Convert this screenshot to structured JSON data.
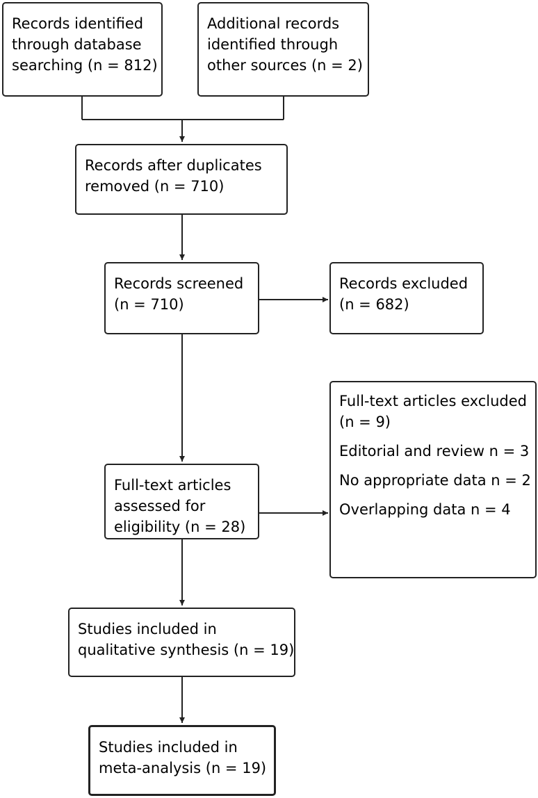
{
  "boxes": {
    "database": [
      "Records identified",
      "through database",
      "searching (n = 812)"
    ],
    "other": [
      "Additional records",
      "identified through",
      "other sources (n = 2)"
    ],
    "dedup": [
      "Records after duplicates",
      "removed (n = 710)"
    ],
    "screened": [
      "Records screened",
      "(n = 710)"
    ],
    "excluded": [
      "Records excluded",
      "(n = 682)"
    ],
    "fulltext": [
      "Full-text articles",
      "assessed for",
      "eligibility (n = 28)"
    ],
    "ft_excluded": [
      "Full-text articles excluded",
      "(n = 9)",
      "Editorial and review n = 3",
      "No appropriate data n = 2",
      "Overlapping data n = 4"
    ],
    "qualitative": [
      "Studies included in",
      "qualitative synthesis (n = 19)"
    ],
    "meta": [
      "Studies included in",
      "meta-analysis (n = 19)"
    ]
  }
}
